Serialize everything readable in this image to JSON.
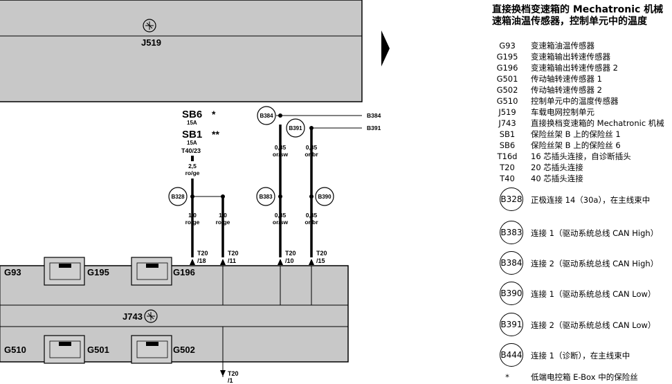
{
  "diagram": {
    "modules": {
      "j519_label": "J519",
      "j743_label": "J743",
      "g93": "G93",
      "g195": "G195",
      "g196": "G196",
      "g510": "G510",
      "g501": "G501",
      "g502": "G502"
    },
    "fuses": {
      "sb6": "SB6",
      "sb6_amp": "15A",
      "sb6_mark": "*",
      "sb1": "SB1",
      "sb1_amp": "15A",
      "sb1_mark": "**",
      "connector": "T40/23"
    },
    "wires": [
      {
        "size": "2,5",
        "color": "ro/ge"
      },
      {
        "size": "1,0",
        "color": "ro/ge"
      },
      {
        "size": "1,0",
        "color": "ro/ge"
      },
      {
        "size": "0,35",
        "color": "or/sw"
      },
      {
        "size": "0,35",
        "color": "or/br"
      },
      {
        "size": "0,35",
        "color": "or/sw"
      },
      {
        "size": "0,35",
        "color": "or/br"
      }
    ],
    "nodes": [
      "B328",
      "B383",
      "B384",
      "B390",
      "B391"
    ],
    "right_labels": [
      "B384",
      "B391"
    ],
    "pins": [
      {
        "conn": "T20",
        "pin": "/18"
      },
      {
        "conn": "T20",
        "pin": "/11"
      },
      {
        "conn": "T20",
        "pin": "/10"
      },
      {
        "conn": "T20",
        "pin": "/15"
      },
      {
        "conn": "T20",
        "pin": "/1"
      }
    ]
  },
  "legend": {
    "title_line1": "直接换档变速箱的 Mechatronic 机械",
    "title_line2": "速箱油温传感器，控制单元中的温度",
    "items": [
      {
        "code": "G93",
        "desc": "变速箱油温传感器"
      },
      {
        "code": "G195",
        "desc": "变速箱输出转速传感器"
      },
      {
        "code": "G196",
        "desc": "变速箱输出转速传感器 2"
      },
      {
        "code": "G501",
        "desc": "传动轴转速传感器 1"
      },
      {
        "code": "G502",
        "desc": "传动轴转速传感器 2"
      },
      {
        "code": "G510",
        "desc": "控制单元中的温度传感器"
      },
      {
        "code": "J519",
        "desc": "车载电网控制单元"
      },
      {
        "code": "J743",
        "desc": "直接换档变速箱的 Mechatronic 机械"
      },
      {
        "code": "SB1",
        "desc": "保险丝架 B 上的保险丝 1"
      },
      {
        "code": "SB6",
        "desc": "保险丝架 B 上的保险丝 6"
      },
      {
        "code": "T16d",
        "desc": "16 芯插头连接，自诊断插头"
      },
      {
        "code": "T20",
        "desc": "20 芯插头连接"
      },
      {
        "code": "T40",
        "desc": "40 芯插头连接"
      }
    ],
    "connections": [
      {
        "code": "B328",
        "desc": "正极连接 14（30a），在主线束中"
      },
      {
        "code": "B383",
        "desc": "连接 1（驱动系统总线 CAN High）"
      },
      {
        "code": "B384",
        "desc": "连接 2（驱动系统总线 CAN High）"
      },
      {
        "code": "B390",
        "desc": "连接 1（驱动系统总线 CAN Low）"
      },
      {
        "code": "B391",
        "desc": "连接 2（驱动系统总线 CAN Low）"
      },
      {
        "code": "B444",
        "desc": "连接 1（诊断），在主线束中"
      }
    ],
    "notes": [
      {
        "code": "*",
        "desc": "低端电控箱 E-Box 中的保险丝"
      }
    ]
  }
}
